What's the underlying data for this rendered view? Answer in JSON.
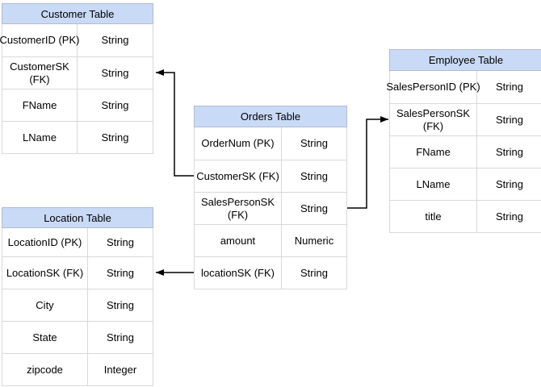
{
  "diagram": {
    "tables": {
      "customer": {
        "title": "Customer Table",
        "rows": [
          {
            "field": "CustomerID (PK)",
            "type": "String"
          },
          {
            "field": "CustomerSK\n(FK)",
            "type": "String"
          },
          {
            "field": "FName",
            "type": "String"
          },
          {
            "field": "LName",
            "type": "String"
          }
        ]
      },
      "orders": {
        "title": "Orders Table",
        "rows": [
          {
            "field": "OrderNum (PK)",
            "type": "String"
          },
          {
            "field": "CustomerSK (FK)",
            "type": "String"
          },
          {
            "field": "SalesPersonSK\n(FK)",
            "type": "String"
          },
          {
            "field": "amount",
            "type": "Numeric"
          },
          {
            "field": "locationSK (FK)",
            "type": "String"
          }
        ]
      },
      "employee": {
        "title": "Employee Table",
        "rows": [
          {
            "field": "SalesPersonID (PK)",
            "type": "String"
          },
          {
            "field": "SalesPersonSK\n(FK)",
            "type": "String"
          },
          {
            "field": "FName",
            "type": "String"
          },
          {
            "field": "LName",
            "type": "String"
          },
          {
            "field": "title",
            "type": "String"
          }
        ]
      },
      "location": {
        "title": "Location Table",
        "rows": [
          {
            "field": "LocationID (PK)",
            "type": "String"
          },
          {
            "field": "LocationSK (FK)",
            "type": "String"
          },
          {
            "field": "City",
            "type": "String"
          },
          {
            "field": "State",
            "type": "String"
          },
          {
            "field": "zipcode",
            "type": "Integer"
          }
        ]
      }
    },
    "relationships": [
      {
        "from": "Orders.CustomerSK (FK)",
        "to": "Customer.CustomerSK (FK)"
      },
      {
        "from": "Orders.SalesPersonSK (FK)",
        "to": "Employee.SalesPersonSK (FK)"
      },
      {
        "from": "Orders.locationSK (FK)",
        "to": "Location.LocationSK (FK)"
      }
    ],
    "colors": {
      "header_fill": "#c9daf6",
      "header_border": "#b2bbd1",
      "grid_border": "#d9d9d9",
      "connector": "#000000"
    }
  }
}
